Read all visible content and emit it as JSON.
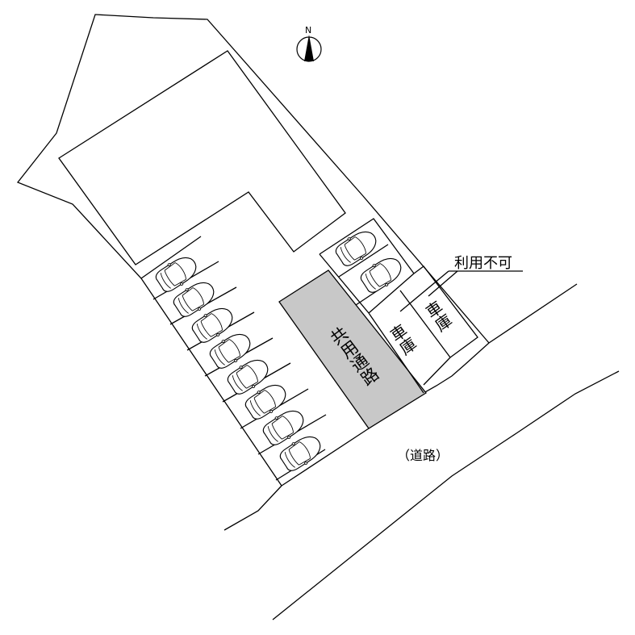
{
  "compass": {
    "label": "N"
  },
  "labels": {
    "shared_path": "共用通路",
    "garage_1": "車庫",
    "garage_2": "車庫",
    "unavailable": "利用不可",
    "road": "（道路）"
  },
  "colors": {
    "shared_path_fill": "#c8c8c8",
    "line": "#000000",
    "background": "#ffffff"
  },
  "parking": {
    "left_row_count": 8,
    "right_row_count": 2
  }
}
